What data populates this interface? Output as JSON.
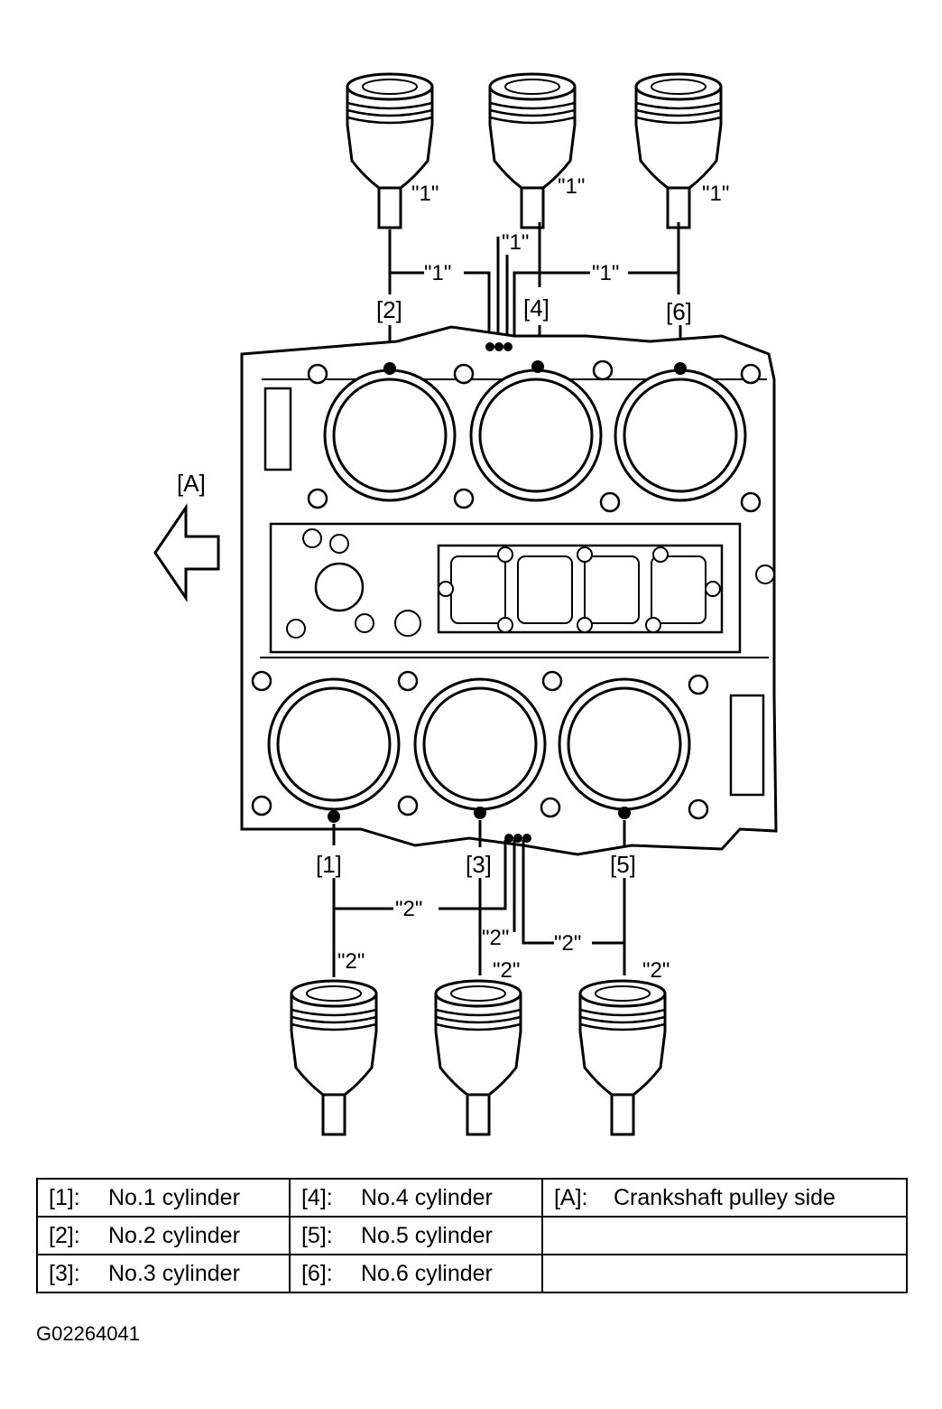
{
  "figure": {
    "direction_label": "[A]",
    "pistons_top_mark": "\"1\"",
    "pistons_bottom_mark": "\"2\"",
    "line_marks_top": [
      "\"1\"",
      "\"1\"",
      "\"1\""
    ],
    "line_marks_bottom": [
      "\"2\"",
      "\"2\"",
      "\"2\""
    ],
    "cylinder_labels": {
      "c1": "[1]",
      "c2": "[2]",
      "c3": "[3]",
      "c4": "[4]",
      "c5": "[5]",
      "c6": "[6]"
    }
  },
  "legend": {
    "rows": [
      [
        {
          "key": "[1]:",
          "val": "No.1 cylinder"
        },
        {
          "key": "[4]:",
          "val": "No.4 cylinder"
        },
        {
          "key": "[A]:",
          "val": "Crankshaft pulley side"
        }
      ],
      [
        {
          "key": "[2]:",
          "val": "No.2 cylinder"
        },
        {
          "key": "[5]:",
          "val": "No.5 cylinder"
        },
        {
          "key": "",
          "val": ""
        }
      ],
      [
        {
          "key": "[3]:",
          "val": "No.3 cylinder"
        },
        {
          "key": "[6]:",
          "val": "No.6 cylinder"
        },
        {
          "key": "",
          "val": ""
        }
      ]
    ]
  },
  "figure_id": "G02264041"
}
